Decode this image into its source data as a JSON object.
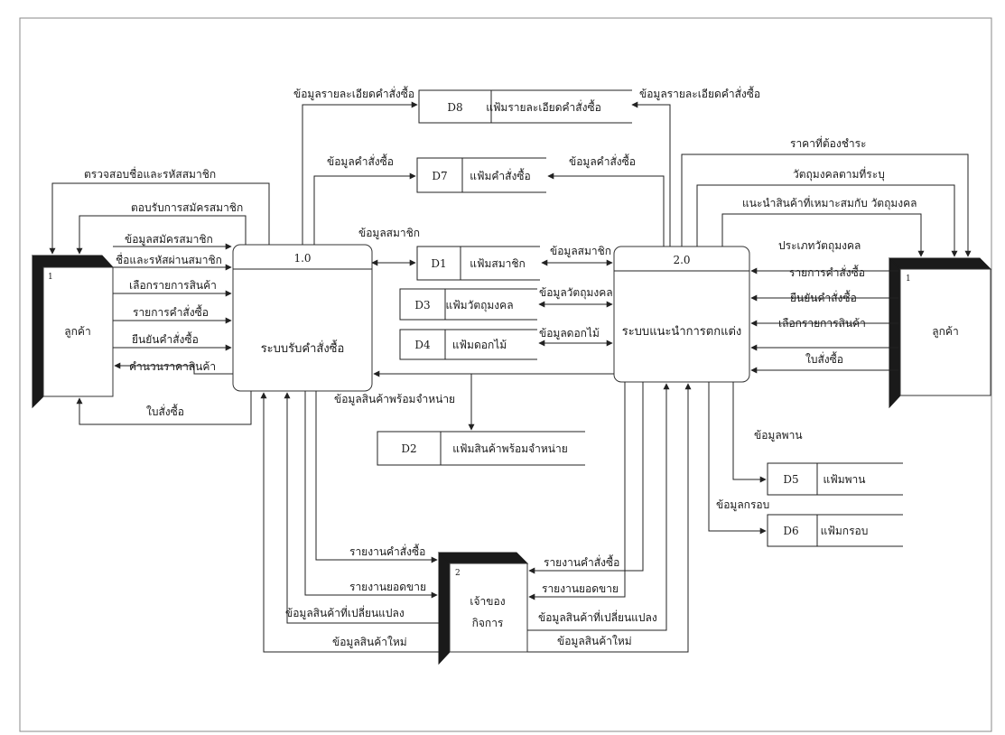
{
  "entities": {
    "customer_left": {
      "number": "1",
      "label": "ลูกค้า"
    },
    "customer_right": {
      "number": "1",
      "label": "ลูกค้า"
    },
    "owner": {
      "number": "2",
      "label_line1": "เจ้าของ",
      "label_line2": "กิจการ"
    }
  },
  "processes": {
    "p1": {
      "number": "1.0",
      "label": "ระบบรับคำสั่งซื้อ"
    },
    "p2": {
      "number": "2.0",
      "label": "ระบบแนะนำการตกแต่ง"
    }
  },
  "stores": {
    "d1": {
      "id": "D1",
      "label": "แฟ้มสมาชิก"
    },
    "d2": {
      "id": "D2",
      "label": "แฟ้มสินค้าพร้อมจำหน่าย"
    },
    "d3": {
      "id": "D3",
      "label": "แฟ้มวัตถุมงคล"
    },
    "d4": {
      "id": "D4",
      "label": "แฟ้มดอกไม้"
    },
    "d5": {
      "id": "D5",
      "label": "แฟ้มพาน"
    },
    "d6": {
      "id": "D6",
      "label": "แฟ้มกรอบ"
    },
    "d7": {
      "id": "D7",
      "label": "แฟ้มคำสั่งซื้อ"
    },
    "d8": {
      "id": "D8",
      "label": "แฟ้มรายละเอียดคำสั่งซื้อ"
    }
  },
  "flows": {
    "f1": "ข้อมูลรายละเอียดคำสั่งซื้อ",
    "f2": "ข้อมูลรายละเอียดคำสั่งซื้อ",
    "f3": "ราคาที่ต้องชำระ",
    "f4": "ตรวจสอบชื่อและรหัสสมาชิก",
    "f5": "ข้อมูลคำสั่งซื้อ",
    "f6": "ข้อมูลคำสั่งซื้อ",
    "f7": "วัตถุมงคลตามที่ระบุ",
    "f8": "ตอบรับการสมัครสมาชิก",
    "f9": "แนะนำสินค้าที่เหมาะสมกับ วัตถุมงคล",
    "f10": "ข้อมูลสมาชิก",
    "f11": "ข้อมูลสมัครสมาชิก",
    "f12": "ชื่อและรหัสผ่านสมาชิก",
    "f13": "ข้อมูลสมาชิก",
    "f14": "ประเภทวัตถุมงคล",
    "f15": "เลือกรายการสินค้า",
    "f16": "ข้อมูลวัตถุมงคล",
    "f17": "รายการคำสั่งซื้อ",
    "f18": "รายการคำสั่งซื้อ",
    "f19": "ข้อมูลดอกไม้",
    "f20": "ยืนยันคำสั่งซื้อ",
    "f21": "ยืนยันคำสั่งซื้อ",
    "f22": "คำนวนราคาสินค้า",
    "f23": "เลือกรายการสินค้า",
    "f24": "ใบสั่งซื้อ",
    "f25": "ข้อมูลสินค้าพร้อมจำหน่าย",
    "f26": "ใบสั่งซื้อ",
    "f27": "ข้อมูลพาน",
    "f28": "ข้อมูลกรอบ",
    "f29": "รายงานคำสั่งซื้อ",
    "f30": "รายงานคำสั่งซื้อ",
    "f31": "รายงานยอดขาย",
    "f32": "รายงานยอดขาย",
    "f33": "ข้อมูลสินค้าที่เปลี่ยนแปลง",
    "f34": "ข้อมูลสินค้าที่เปลี่ยนแปลง",
    "f35": "ข้อมูลสินค้าใหม่",
    "f36": "ข้อมูลสินค้าใหม่"
  }
}
